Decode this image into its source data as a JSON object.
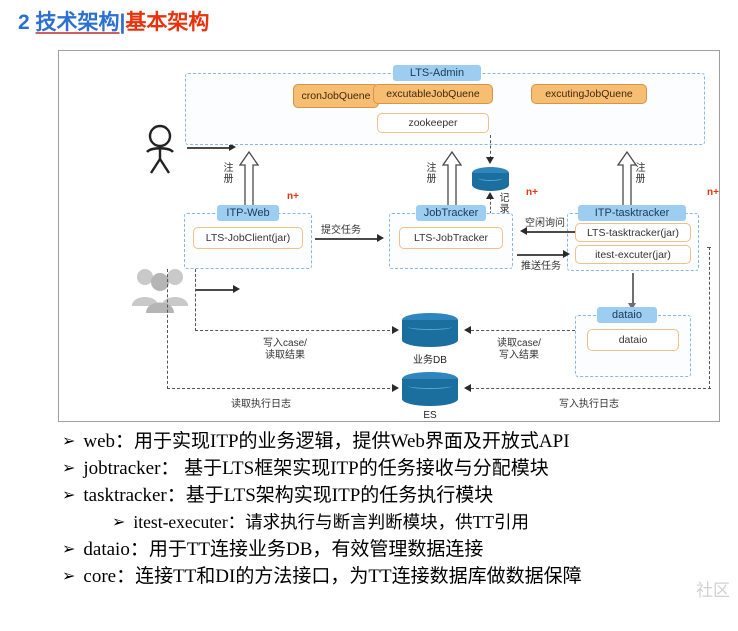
{
  "title": {
    "number": "2",
    "blue_part": "技术架构",
    "separator": "|",
    "red_part": "基本架构"
  },
  "diagram": {
    "admin_group": {
      "header": "LTS-Admin",
      "queues": [
        "cronJobQuene",
        "excutableJobQuene",
        "excutingJobQuene"
      ],
      "zookeeper": "zookeeper"
    },
    "nodes": {
      "itp_web": {
        "header": "ITP-Web",
        "items": [
          "LTS-JobClient(jar)"
        ]
      },
      "jobtracker": {
        "header": "JobTracker",
        "items": [
          "LTS-JobTracker"
        ]
      },
      "itp_tasktracker": {
        "header": "ITP-tasktracker",
        "items": [
          "LTS-tasktracker(jar)",
          "itest-excuter(jar)"
        ]
      },
      "dataio": {
        "header": "dataio",
        "items": [
          "dataio"
        ]
      }
    },
    "databases": [
      {
        "name": "业务DB"
      },
      {
        "name": "ES"
      }
    ],
    "edge_labels": {
      "register_1": "注册",
      "register_2": "注册",
      "register_3": "注册",
      "record": "记录",
      "submit_task": "提交任务",
      "idle_query": "空闲询问",
      "push_task": "推送任务",
      "write_case_read_result": "写入case/\n读取结果",
      "read_exec_log": "读取执行日志",
      "read_case_write_result": "读取case/\n写入结果",
      "write_exec_log": "写入执行日志"
    },
    "multiplicity": [
      "n+",
      "n+",
      "n+"
    ],
    "colors": {
      "badge_blue": "#9dcdf0",
      "queue_orange": "#f7bd71",
      "db_blue": "#2e86bd",
      "dash_border": "#8ab6e8",
      "accent_red": "#e8320c"
    }
  },
  "bullets": [
    {
      "mark": "➢",
      "text": "web：用于实现ITP的业务逻辑，提供Web界面及开放式API",
      "level": 0
    },
    {
      "mark": "➢",
      "text": "jobtracker： 基于LTS框架实现ITP的任务接收与分配模块",
      "level": 0
    },
    {
      "mark": "➢",
      "text": "tasktracker：基于LTS架构实现ITP的任务执行模块",
      "level": 0
    },
    {
      "mark": "➢",
      "text": "itest-executer：请求执行与断言判断模块，供TT引用",
      "level": 1
    },
    {
      "mark": "➢",
      "text": "dataio：用于TT连接业务DB，有效管理数据连接",
      "level": 0
    },
    {
      "mark": "➢",
      "text": "core：连接TT和DI的方法接口，为TT连接数据库做数据保障",
      "level": 0
    }
  ],
  "watermark": "社区"
}
